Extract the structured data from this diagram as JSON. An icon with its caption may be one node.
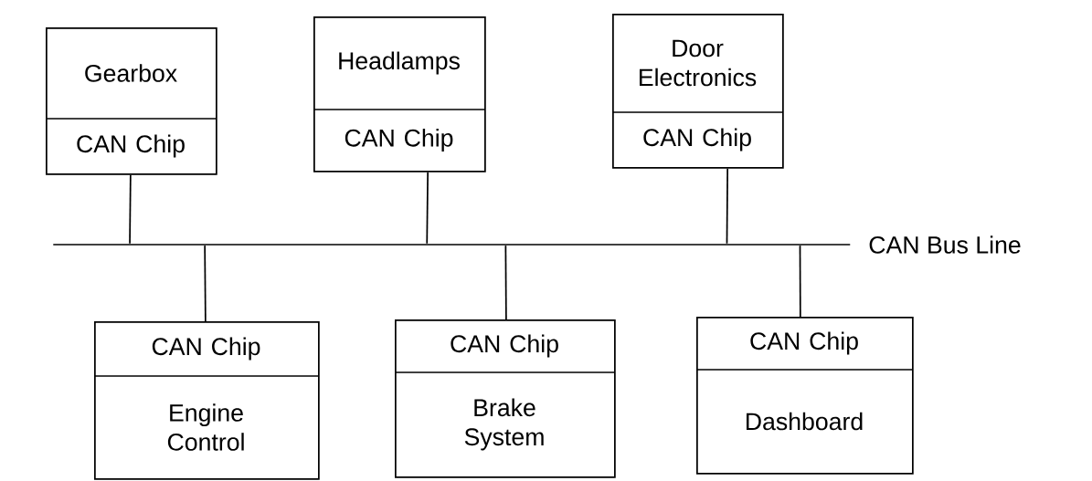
{
  "diagram": {
    "nodes": [
      {
        "text": [
          "Gearbox",
          "CAN Chip"
        ]
      },
      {
        "text": [
          "Headlamps",
          "CAN Chip"
        ]
      },
      {
        "text": [
          "Door Electronics",
          "CAN Chip"
        ]
      },
      {
        "text": [
          "CAN Chip",
          "Engine Control"
        ]
      },
      {
        "text": [
          "CAN Chip",
          "Brake System"
        ]
      },
      {
        "text": [
          "CAN Chip",
          "Dashboard"
        ]
      },
      {
        "text": [],
        "shape": "bar",
        "beside": [
          "CAN Bus Line"
        ]
      }
    ],
    "edges": [
      {
        "from": 0,
        "to": 6,
        "arrow": "none"
      },
      {
        "from": 1,
        "to": 6,
        "arrow": "none"
      },
      {
        "from": 2,
        "to": 6,
        "arrow": "none"
      },
      {
        "from": 3,
        "to": 6,
        "arrow": "none"
      },
      {
        "from": 4,
        "to": 6,
        "arrow": "none"
      },
      {
        "from": 5,
        "to": 6,
        "arrow": "none"
      }
    ]
  }
}
